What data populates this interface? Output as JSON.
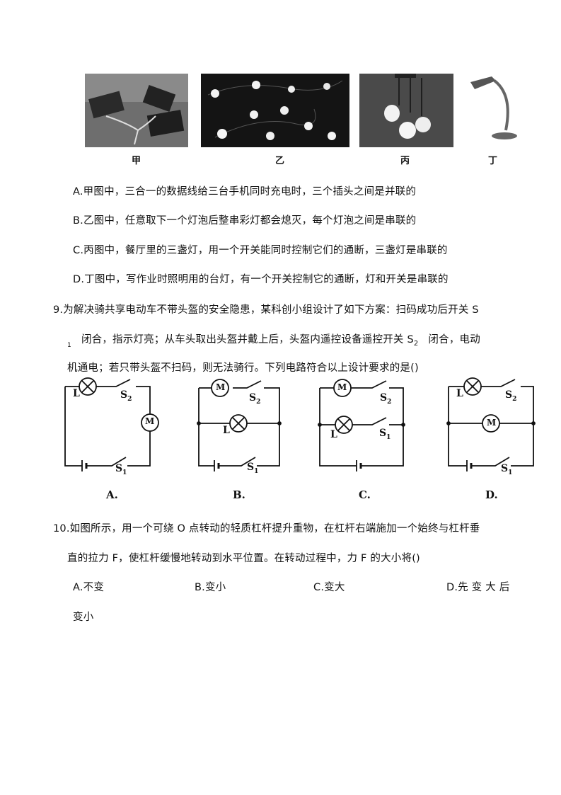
{
  "figures": {
    "captions": [
      "甲",
      "乙",
      "丙",
      "丁"
    ]
  },
  "q8_options": [
    "A.甲图中，三合一的数据线给三台手机同时充电时，三个插头之间是并联的",
    "B.乙图中，任意取下一个灯泡后整串彩灯都会熄灭，每个灯泡之间是串联的",
    "C.丙图中，餐厅里的三盏灯，用一个开关能同时控制它们的通断，三盏灯是串联的",
    "D.丁图中，写作业时照明用的台灯，有一个开关控制它的通断，灯和开关是串联的"
  ],
  "q9": {
    "line1": "9.为解决骑共享电动车不带头盔的安全隐患，某科创小组设计了如下方案：扫码成功后开关 S",
    "line2_sub": "1",
    "line2_a": "闭合，指示灯亮；从车头取出头盔并戴上后，头盔内遥控设备遥控开关 S",
    "line2_sub2": "2",
    "line2_b": "闭合，电动",
    "line3": "机通电；若只带头盔不扫码，则无法骑行。下列电路符合以上设计要求的是()",
    "circuit_labels": [
      "A.",
      "B.",
      "C.",
      "D."
    ],
    "symbols": {
      "lamp": "L",
      "motor": "M",
      "switch1": "S",
      "switch2": "S",
      "sub1": "1",
      "sub2": "2"
    }
  },
  "q10": {
    "line1": "10.如图所示，用一个可绕 O 点转动的轻质杠杆提升重物，在杠杆右端施加一个始终与杠杆垂",
    "line2": "直的拉力 F，使杠杆缓慢地转动到水平位置。在转动过程中，力 F 的大小将()",
    "options": [
      "A.不变",
      "B.变小",
      "C.变大",
      "D.先 变 大 后"
    ],
    "wrap": "变小"
  }
}
